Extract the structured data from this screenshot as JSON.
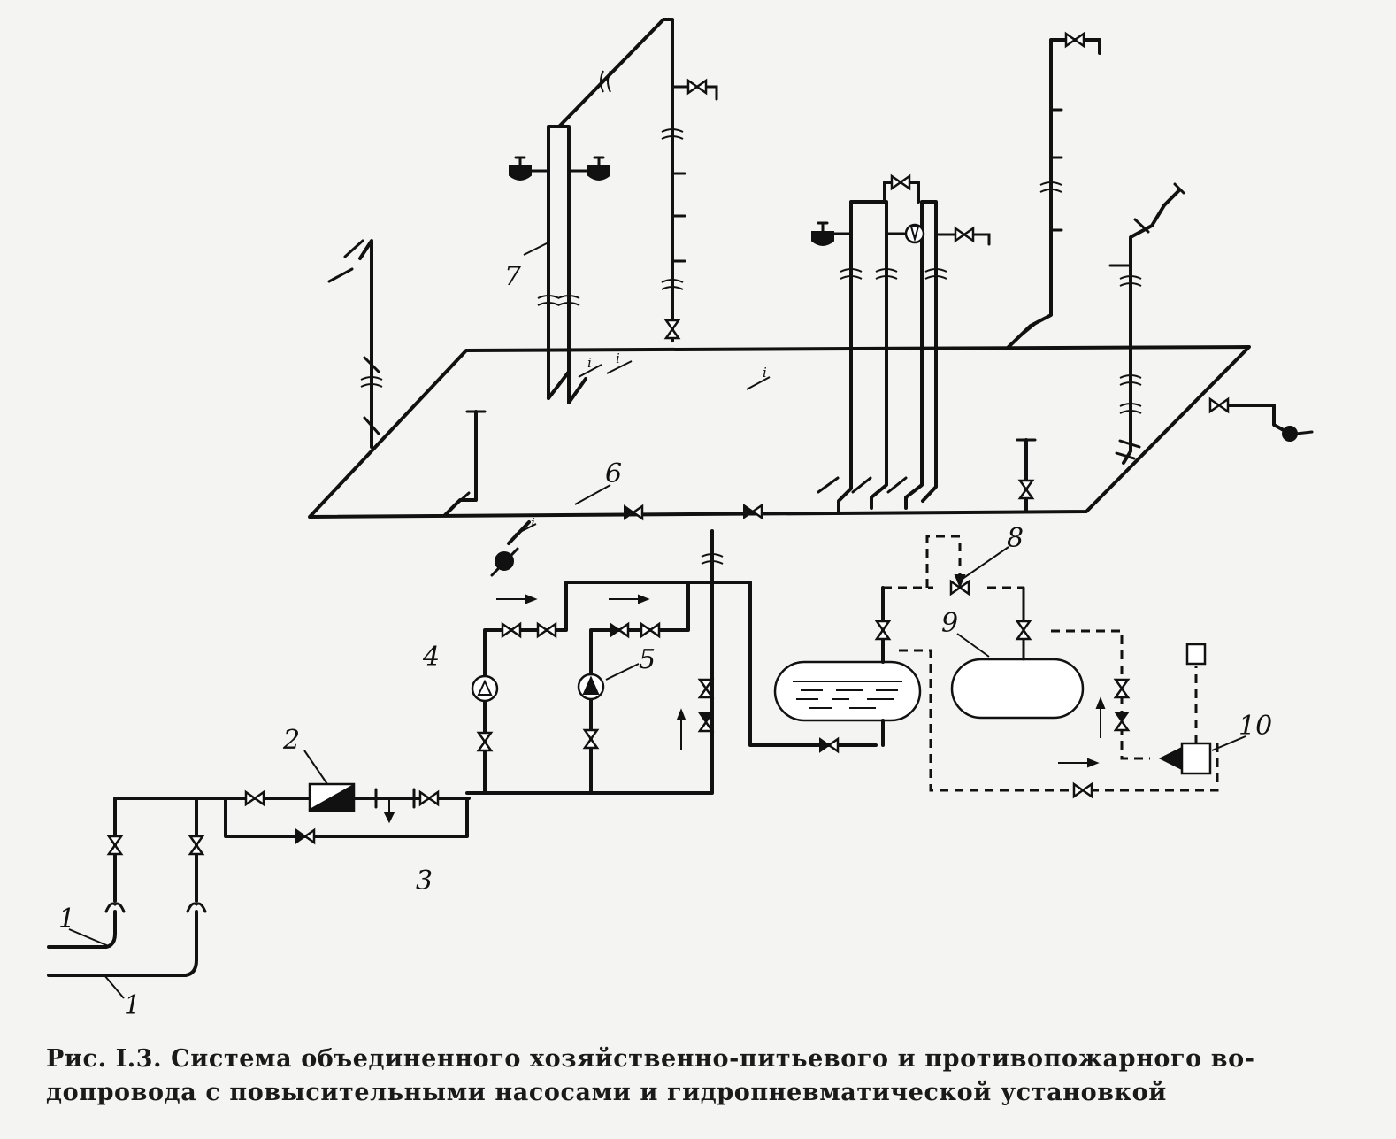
{
  "figure": {
    "caption_line1": "Рис. I.3. Система объединенного хозяйственно-питьевого и противопожарного во-",
    "caption_line2": "допровода с повысительными насосами и гидропневматической установкой"
  },
  "labels": {
    "l1a": "1",
    "l1b": "1",
    "l2": "2",
    "l3": "3",
    "l4": "4",
    "l5": "5",
    "l6": "6",
    "l7": "7",
    "l8": "8",
    "l9": "9",
    "l10": "10"
  },
  "slope_marks": {
    "s1": "i",
    "s2": "i",
    "s3": "i",
    "s4": "i"
  },
  "colors": {
    "ink": "#111111",
    "paper": "#f4f4f2"
  },
  "icons": [
    "gate-valve-icon",
    "check-valve-icon",
    "pump-icon",
    "water-meter-icon",
    "fire-hydrant-icon",
    "pressure-tank-icon",
    "compressor-icon",
    "flow-arrow-icon",
    "wash-basin-icon",
    "tap-icon"
  ]
}
